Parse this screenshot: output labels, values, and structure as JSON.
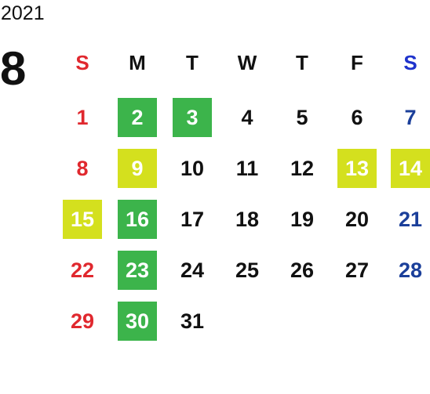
{
  "calendar": {
    "year": "2021",
    "month": "8",
    "weekdays": [
      "S",
      "M",
      "T",
      "W",
      "T",
      "F",
      "S"
    ],
    "colors": {
      "sunday": "#e0282e",
      "saturday": "#1b3f9a",
      "green_highlight": "#3cb44b",
      "yellow_highlight": "#d4e01e"
    },
    "weeks": [
      [
        {
          "d": "1"
        },
        {
          "d": "2",
          "hl": "green"
        },
        {
          "d": "3",
          "hl": "green"
        },
        {
          "d": "4"
        },
        {
          "d": "5"
        },
        {
          "d": "6"
        },
        {
          "d": "7"
        }
      ],
      [
        {
          "d": "8"
        },
        {
          "d": "9",
          "hl": "yellow"
        },
        {
          "d": "10"
        },
        {
          "d": "11"
        },
        {
          "d": "12"
        },
        {
          "d": "13",
          "hl": "yellow"
        },
        {
          "d": "14",
          "hl": "yellow"
        }
      ],
      [
        {
          "d": "15",
          "hl": "yellow"
        },
        {
          "d": "16",
          "hl": "green"
        },
        {
          "d": "17"
        },
        {
          "d": "18"
        },
        {
          "d": "19"
        },
        {
          "d": "20"
        },
        {
          "d": "21"
        }
      ],
      [
        {
          "d": "22"
        },
        {
          "d": "23",
          "hl": "green"
        },
        {
          "d": "24"
        },
        {
          "d": "25"
        },
        {
          "d": "26"
        },
        {
          "d": "27"
        },
        {
          "d": "28"
        }
      ],
      [
        {
          "d": "29"
        },
        {
          "d": "30",
          "hl": "green"
        },
        {
          "d": "31"
        }
      ]
    ]
  }
}
